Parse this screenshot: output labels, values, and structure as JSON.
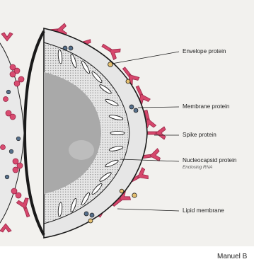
{
  "labels": {
    "envelope": "Envelope protein",
    "membrane": "Membrane protein",
    "spike": "Spike protein",
    "nucleocapsid": "Nucleocapsid protein",
    "nucleocapsid_note": "Enclosing RNA",
    "lipid": "Lipid membrane"
  },
  "credit": "Manuel B",
  "colors": {
    "background": "#f2f1ee",
    "spike": "#d6476c",
    "spike_dark": "#9a2747",
    "envelope": "#e5c070",
    "membrane": "#56708c",
    "nucleocapsid": "#ffffff",
    "core": "#a9a9a9",
    "lipid_band": "#e6e6e6",
    "cluster": "#d94b70",
    "outline": "#1a1a1a"
  }
}
